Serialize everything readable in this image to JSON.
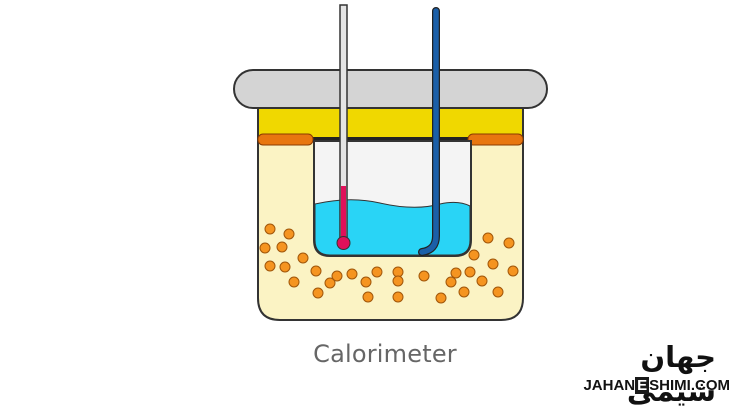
{
  "caption": "Calorimeter",
  "logo": {
    "persian": "جهان شیمی",
    "english_left": "JAHAN",
    "english_mark": "E",
    "english_right": "SHIMI.COM"
  },
  "colors": {
    "lid": "#d4d4d4",
    "yellow_band": "#f0d800",
    "outer_body": "#fbf3c4",
    "gasket": "#e8760f",
    "inner_cup": "#f4f4f4",
    "water": "#29d4f6",
    "thermometer_bulb": "#e0105a",
    "stirrer": "#1b5fa8",
    "beads": "#f59420"
  }
}
